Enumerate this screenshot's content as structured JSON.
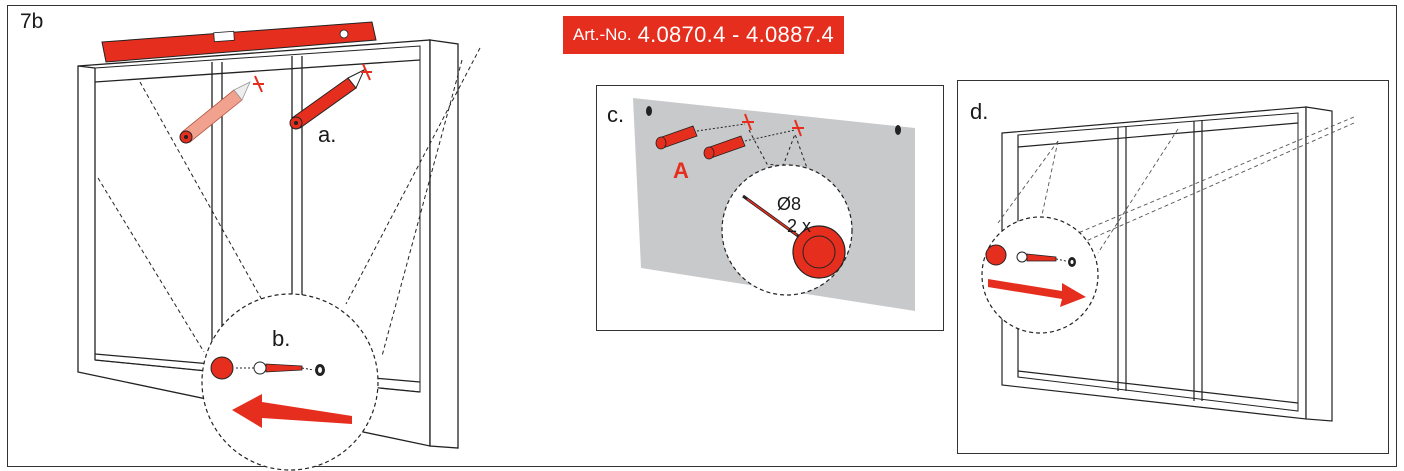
{
  "step": {
    "label": "7b"
  },
  "article": {
    "prefix": "Art.-No.",
    "number": "4.0870.4 - 4.0887.4"
  },
  "main_illustration": {
    "label_a": "a.",
    "label_b": "b."
  },
  "panel_c": {
    "label": "c.",
    "part_label": "A",
    "drill_size": "Ø8",
    "quantity": "2 x"
  },
  "panel_d": {
    "label": "d."
  },
  "colors": {
    "accent": "#e62e1e",
    "line": "#222222",
    "wall": "#c8c9cb"
  }
}
